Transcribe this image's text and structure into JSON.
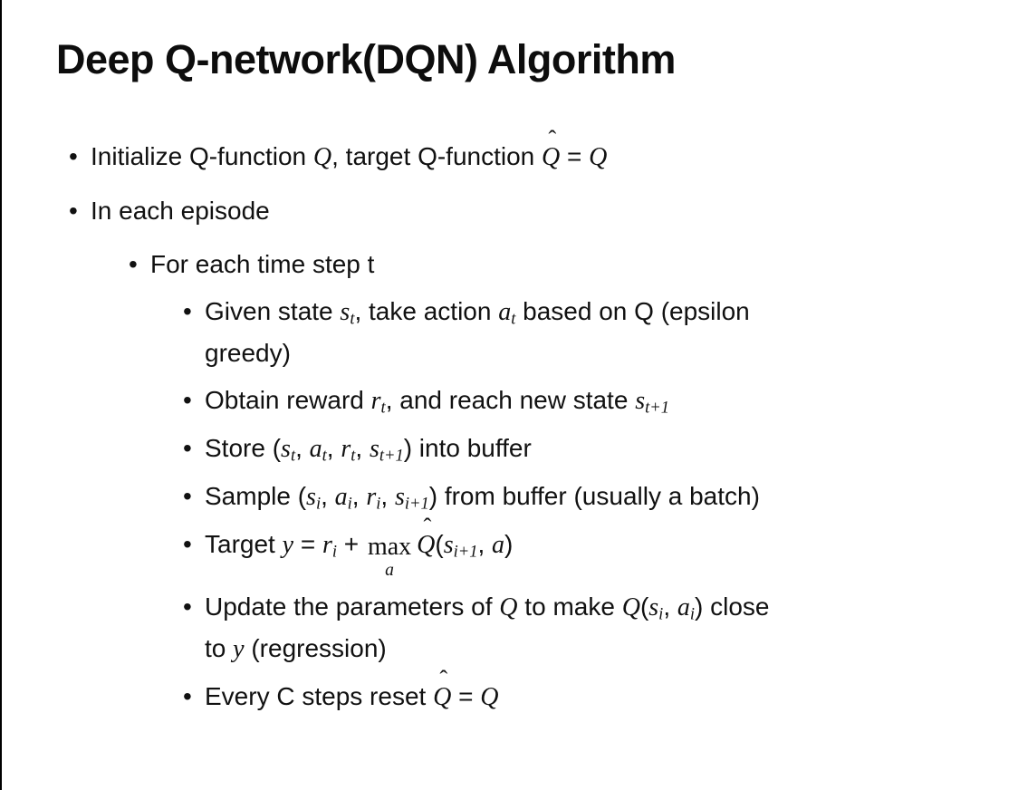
{
  "page": {
    "background": "#ffffff",
    "left_border_color": "#000000",
    "text_color": "#111111"
  },
  "glyphs": {
    "bullet": "•",
    "hat": "ˆ"
  },
  "title": "Deep Q-network(DQN) Algorithm",
  "bullets": [
    {
      "level": 1,
      "runs": [
        "Initialize Q-function ",
        "Q",
        ", target Q-function ",
        "Q",
        " = ",
        "Q"
      ]
    },
    {
      "level": 1,
      "runs": [
        "In each episode"
      ]
    },
    {
      "level": 2,
      "runs": [
        "For each time step t"
      ]
    },
    {
      "level": 3,
      "runs": [
        "Given state ",
        "s",
        "t",
        ", take action ",
        "a",
        "t",
        " based on Q (epsilon",
        "greedy)"
      ]
    },
    {
      "level": 3,
      "runs": [
        "Obtain reward ",
        "r",
        "t",
        ", and reach new state ",
        "s",
        "t+1"
      ]
    },
    {
      "level": 3,
      "runs": [
        "Store (",
        "s",
        "t",
        ", ",
        "a",
        "t",
        ", ",
        "r",
        "t",
        ", ",
        "s",
        "t+1",
        ") into buffer"
      ]
    },
    {
      "level": 3,
      "runs": [
        "Sample (",
        "s",
        "i",
        ", ",
        "a",
        "i",
        ", ",
        "r",
        "i",
        ", ",
        "s",
        "i+1",
        ") from buffer (usually a batch)"
      ]
    },
    {
      "level": 3,
      "runs": [
        "Target ",
        "y",
        " = ",
        "r",
        "i",
        " + ",
        "max",
        "a",
        "Q",
        "(",
        "s",
        "i+1",
        ", ",
        "a",
        ")"
      ]
    },
    {
      "level": 3,
      "runs": [
        "Update the parameters of ",
        "Q",
        " to make ",
        "Q",
        "(",
        "s",
        "i",
        ", ",
        "a",
        "i",
        ") close",
        "to ",
        "y",
        " (regression)"
      ]
    },
    {
      "level": 3,
      "runs": [
        "Every C steps reset ",
        "Q",
        " = ",
        "Q"
      ]
    }
  ]
}
